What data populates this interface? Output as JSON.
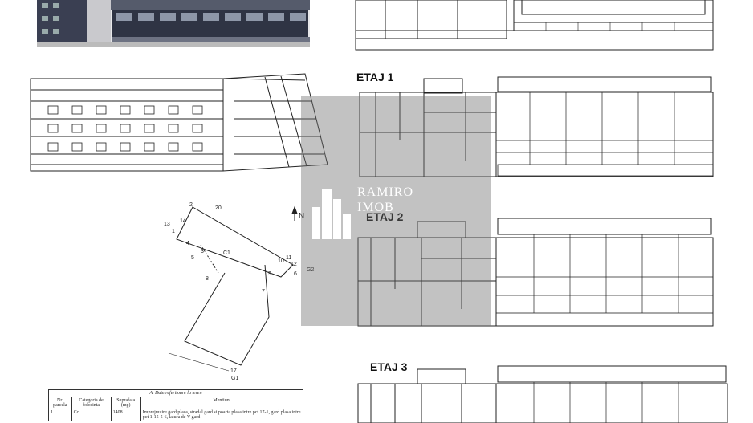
{
  "floor_labels": {
    "etaj1": "ETAJ 1",
    "etaj2": "ETAJ 2",
    "etaj3": "ETAJ 3"
  },
  "watermark": {
    "line1": "RAMIRO",
    "line2": "IMOB"
  },
  "site_plan": {
    "north": "N",
    "area_label": "C1",
    "point_g1": "G1",
    "point_g2": "G2",
    "vertices": [
      "1",
      "2",
      "3",
      "4",
      "5",
      "6",
      "7",
      "8",
      "9",
      "10",
      "11",
      "12",
      "13",
      "14",
      "17",
      "20"
    ]
  },
  "land_table": {
    "caption": "A. Date referitoare la teren",
    "headers": [
      "Nr. parcela",
      "Categoria de folosinta",
      "Suprafata (mp)",
      "Mentiuni"
    ],
    "row": [
      "1",
      "Cc",
      "1408",
      "Imprejmuire gard plasa, stradal gard si poarta plasa intre pct 17-1, gard plasa intre pct 1-15-5-6, latura de V gard"
    ]
  }
}
